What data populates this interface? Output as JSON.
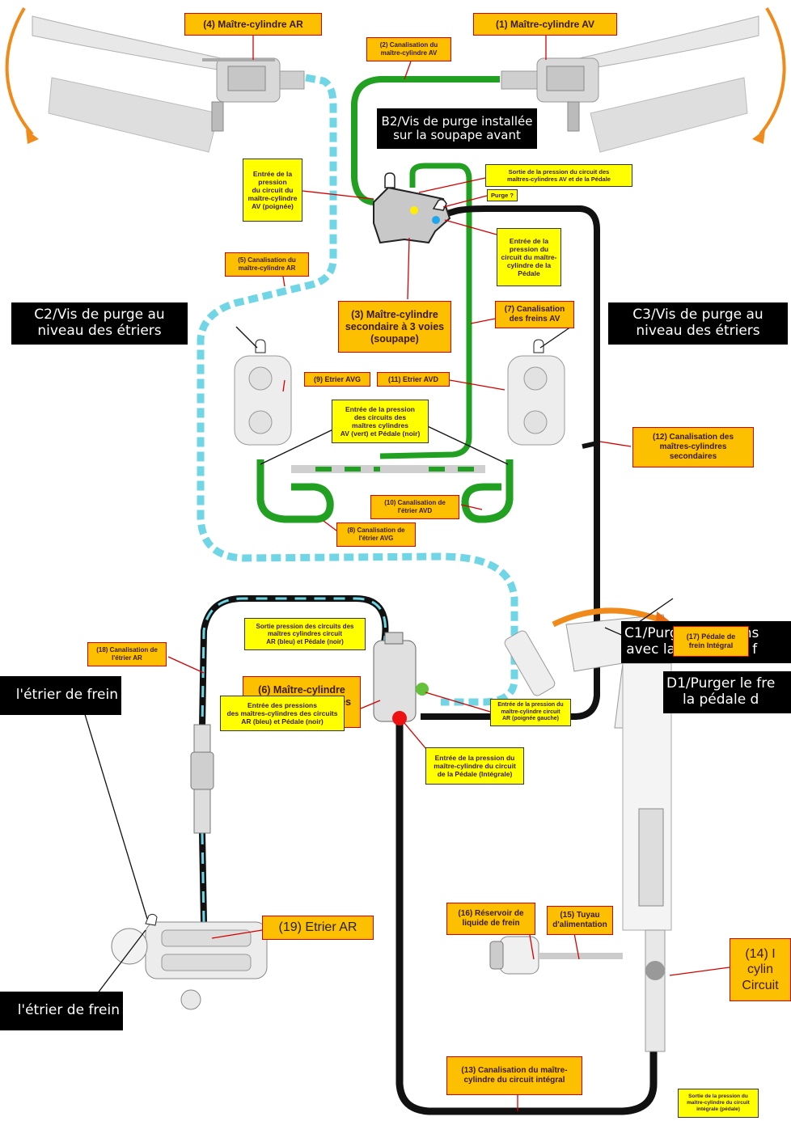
{
  "labels": {
    "l4": "(4) Maître-cylindre AR",
    "l1": "(1) Maître-cylindre AV",
    "l2": "(2) Canalisation du\nmaître-cylindre AV",
    "b2": "B2/Vis de purge installée\nsur la soupape avant",
    "sortie_pression": "Sortie de la pression du circuit des\nmaîtres-cylindres AV et de la Pédale",
    "purge": "Purge ?",
    "entree_av": "Entrée de la\npression\ndu circuit du\nmaître-cylindre\nAV (poignée)",
    "entree_pedale": "Entrée de la\npression du\ncircuit du maître-\ncylindre de la\nPédale",
    "l5": "(5) Canalisation du\nmaître-cylindre AR",
    "l3": "(3) Maître-cylindre\nsecondaire à 3 voies\n(soupape)",
    "l7": "(7) Canalisation\ndes freins AV",
    "c2": "C2/Vis de purge au\nniveau des étriers",
    "c3": "C3/Vis de purge au\nniveau des étriers",
    "l9": "(9) Etrier AVG",
    "l11": "(11) Etrier AVD",
    "entree_circuits": "Entrée de la pression\ndes circuits des\nmaîtres cylindres\nAV (vert) et Pédale (noir)",
    "l12": "(12) Canalisation des\nmaîtres-cylindres\nsecondaires",
    "l10": "(10) Canalisation de\nl'étrier AVD",
    "l8": "(8) Canalisation de\nl'étrier AVG",
    "sortie_ar": "Sortie pression des circuits des\nmaîtres cylindres circuit\nAR (bleu) et Pédale (noir)",
    "l18": "(18) Canalisation de\nl'étrier AR",
    "c1": "C1/Purger les freins\navec la pédale de f",
    "l6": "(6) Maître-cylindre\nsecondaire à 4 voies\n(pas de purge)",
    "entree_ar_poignee": "Entrée de la pression du\nmaître-cylindre circuit\nAR (poignée gauche)",
    "d1": "D1/Purger le fre\nla pédale d",
    "entree_pedale_integrale": "Entrée de la pression du\nmaître-cylindre du circuit\nde la Pédale (Intégrale)",
    "l17": "(17) Pédale de\nfrein Intégral",
    "etrier_frein_1": "l'étrier de frein",
    "entree_pressions_ar": "Entrée des pressions\ndes maîtres-cylindres des circuits\nAR (bleu) et Pédale (noir)",
    "l16": "(16) Réservoir de\nliquide de frein",
    "l15": "(15) Tuyau\nd'alimentation",
    "l19": "(19) Etrier AR",
    "l14": "(14) I\ncylin\nCircuit",
    "etrier_frein_2": "l'étrier de frein",
    "l13": "(13) Canalisation du maître-\ncylindre du circuit intégral",
    "sortie_integrale": "Sortie de la pression du\nmaître-cylindre du circuit\nintégrale (pédale)"
  },
  "colors": {
    "front_circuit": "#22a022",
    "rear_circuit": "#70d6e6",
    "pedal_circuit": "#111111",
    "label_orange": "#fcc000",
    "label_yellow": "#ffff00",
    "leader_red": "#d40000",
    "arrow_orange": "#f08a1a"
  }
}
